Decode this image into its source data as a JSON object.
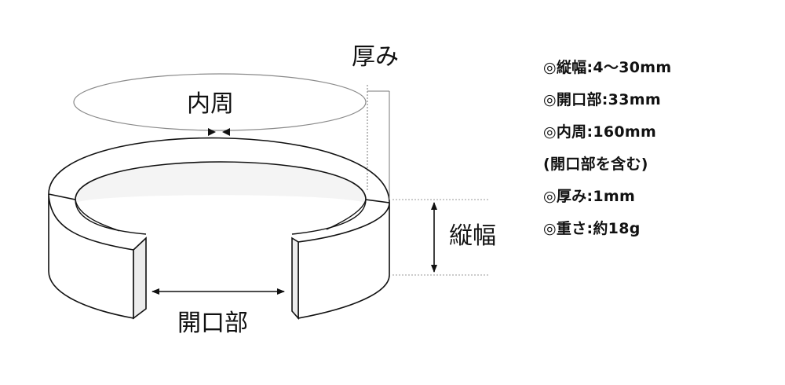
{
  "diagram": {
    "labels": {
      "inner_circumference": "内周",
      "thickness": "厚み",
      "width": "縦幅",
      "opening": "開口部"
    }
  },
  "specs": [
    "◎縦幅:4〜30mm",
    "◎開口部:33mm",
    "◎内周:160mm",
    "(開口部を含む)",
    "◎厚み:1mm",
    "◎重さ:約18g"
  ]
}
